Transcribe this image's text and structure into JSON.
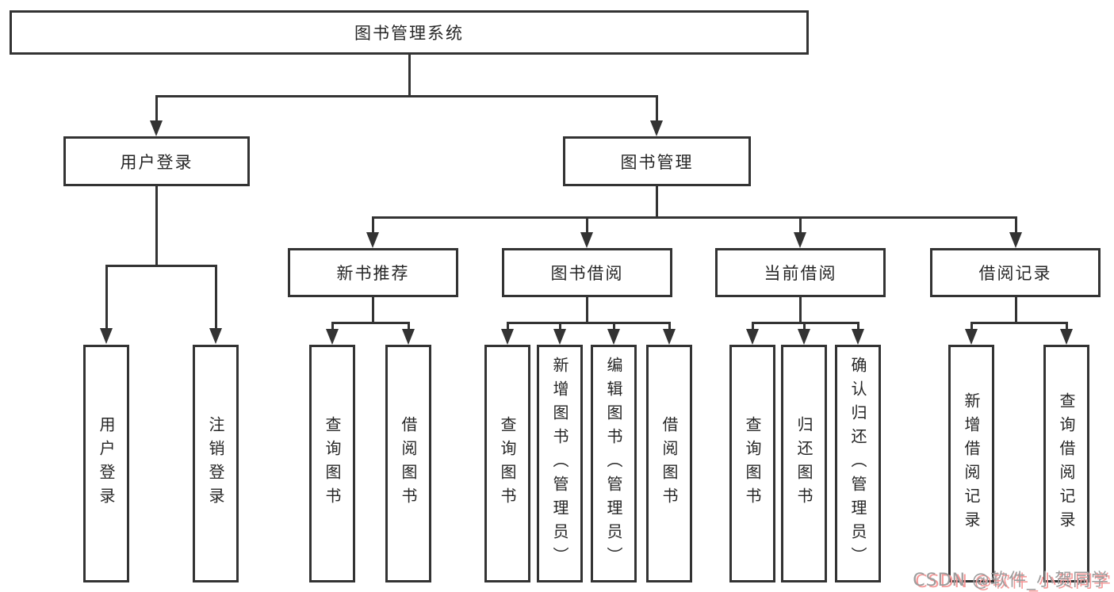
{
  "diagram": {
    "type": "hierarchy-tree",
    "root": {
      "label": "图书管理系统"
    },
    "level2": [
      {
        "label": "用户登录",
        "parent": "图书管理系统"
      },
      {
        "label": "图书管理",
        "parent": "图书管理系统"
      }
    ],
    "level3": [
      {
        "label": "新书推荐",
        "parent": "图书管理"
      },
      {
        "label": "图书借阅",
        "parent": "图书管理"
      },
      {
        "label": "当前借阅",
        "parent": "图书管理"
      },
      {
        "label": "借阅记录",
        "parent": "图书管理"
      }
    ],
    "leaves": [
      {
        "label": "用户登录",
        "parent": "用户登录"
      },
      {
        "label": "注销登录",
        "parent": "用户登录"
      },
      {
        "label": "查询图书",
        "parent": "新书推荐"
      },
      {
        "label": "借阅图书",
        "parent": "新书推荐"
      },
      {
        "label": "查询图书",
        "parent": "图书借阅"
      },
      {
        "label": "新增图书（管理员）",
        "parent": "图书借阅"
      },
      {
        "label": "编辑图书（管理员）",
        "parent": "图书借阅"
      },
      {
        "label": "借阅图书",
        "parent": "图书借阅"
      },
      {
        "label": "查询图书",
        "parent": "当前借阅"
      },
      {
        "label": "归还图书",
        "parent": "当前借阅"
      },
      {
        "label": "确认归还（管理员）",
        "parent": "当前借阅"
      },
      {
        "label": "新增借阅记录",
        "parent": "借阅记录"
      },
      {
        "label": "查询借阅记录",
        "parent": "借阅记录"
      }
    ],
    "watermark": "CSDN @软件_小贺同学",
    "colors": {
      "line": "#333333",
      "box_border": "#333333",
      "text": "#262626",
      "background": "#ffffff",
      "watermark_gray": "#9c9c9c",
      "watermark_pink": "#f59a9a"
    }
  }
}
